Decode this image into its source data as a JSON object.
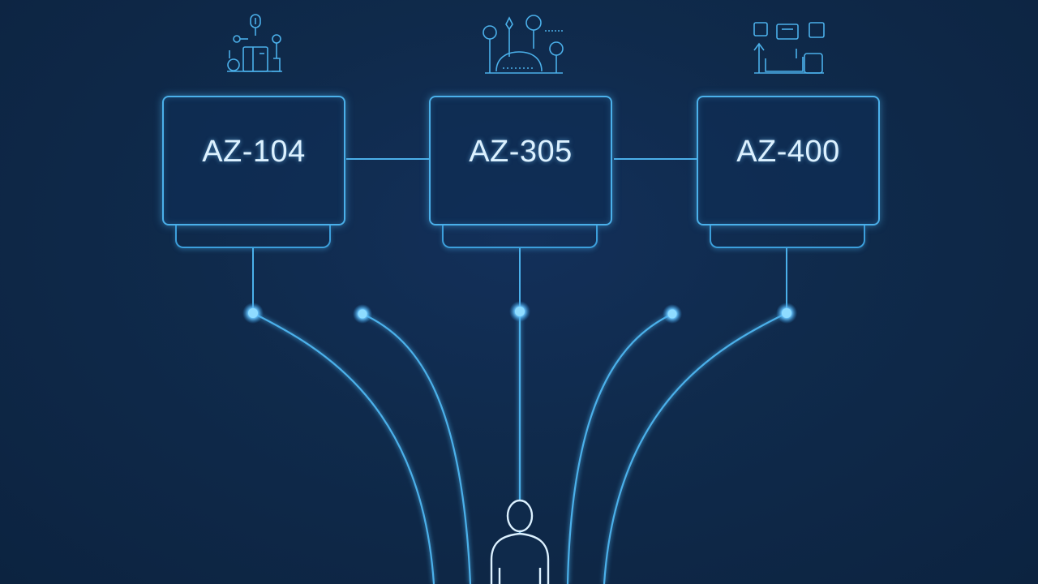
{
  "diagram": {
    "nodes": [
      {
        "id": "az104",
        "label": "AZ-104",
        "icon": "admin-tools-icon-cluster"
      },
      {
        "id": "az305",
        "label": "AZ-305",
        "icon": "architecture-cloud-icon-cluster"
      },
      {
        "id": "az400",
        "label": "AZ-400",
        "icon": "devops-pipeline-icon-cluster"
      }
    ],
    "connections": [
      {
        "from": "az104",
        "to": "az305"
      },
      {
        "from": "az305",
        "to": "az400"
      }
    ],
    "paths": 5,
    "figure": "person-silhouette-icon"
  },
  "colors": {
    "background": "#0f2a4b",
    "line": "#4bb0ea",
    "glow": "#7fd3ff",
    "text": "#dcf1ff"
  }
}
